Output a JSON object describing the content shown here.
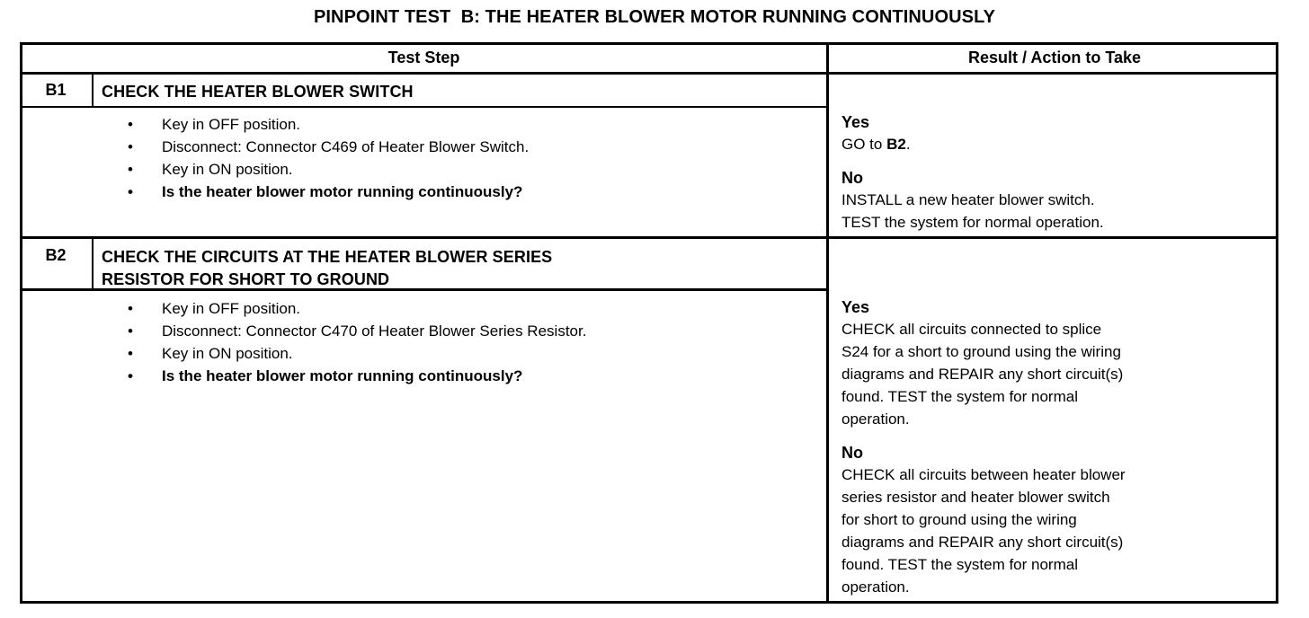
{
  "title": "PINPOINT TEST  B: THE HEATER BLOWER MOTOR RUNNING CONTINUOUSLY",
  "table": {
    "headers": {
      "test_step": "Test Step",
      "result": "Result / Action to Take"
    },
    "steps": [
      {
        "id": "B1",
        "heading": "CHECK THE HEATER BLOWER SWITCH",
        "bullets": [
          {
            "text": "Key in OFF position.",
            "bold": false
          },
          {
            "text": "Disconnect: Connector C469 of Heater Blower Switch.",
            "bold": false
          },
          {
            "text": "Key in ON position.",
            "bold": false
          },
          {
            "text": "Is the heater blower motor running continuously?",
            "bold": true
          }
        ],
        "results": [
          {
            "label": "Yes",
            "lines": [
              [
                {
                  "t": "GO to ",
                  "b": false
                },
                {
                  "t": "B2",
                  "b": true
                },
                {
                  "t": ".",
                  "b": false
                }
              ]
            ]
          },
          {
            "label": "No",
            "lines": [
              [
                {
                  "t": "INSTALL a new heater blower switch.",
                  "b": false
                }
              ],
              [
                {
                  "t": "TEST the system for normal operation.",
                  "b": false
                }
              ]
            ]
          }
        ]
      },
      {
        "id": "B2",
        "heading": "CHECK THE CIRCUITS AT THE HEATER BLOWER SERIES\nRESISTOR FOR SHORT TO GROUND",
        "bullets": [
          {
            "text": "Key in OFF position.",
            "bold": false
          },
          {
            "text": "Disconnect: Connector C470 of Heater Blower Series Resistor.",
            "bold": false
          },
          {
            "text": "Key in ON position.",
            "bold": false
          },
          {
            "text": "Is the heater blower motor running continuously?",
            "bold": true
          }
        ],
        "results": [
          {
            "label": "Yes",
            "lines": [
              [
                {
                  "t": "CHECK all circuits connected to splice",
                  "b": false
                }
              ],
              [
                {
                  "t": "S24 for a short to ground using the wiring",
                  "b": false
                }
              ],
              [
                {
                  "t": "diagrams and REPAIR any short circuit(s)",
                  "b": false
                }
              ],
              [
                {
                  "t": "found. TEST the system for normal",
                  "b": false
                }
              ],
              [
                {
                  "t": "operation.",
                  "b": false
                }
              ]
            ]
          },
          {
            "label": "No",
            "lines": [
              [
                {
                  "t": "CHECK all circuits between heater blower",
                  "b": false
                }
              ],
              [
                {
                  "t": "series resistor and heater blower switch",
                  "b": false
                }
              ],
              [
                {
                  "t": "for short to ground using the wiring",
                  "b": false
                }
              ],
              [
                {
                  "t": "diagrams and REPAIR any short circuit(s)",
                  "b": false
                }
              ],
              [
                {
                  "t": "found. TEST the system for normal",
                  "b": false
                }
              ],
              [
                {
                  "t": "operation.",
                  "b": false
                }
              ]
            ]
          }
        ]
      }
    ]
  },
  "bullet_glyph": "•",
  "colors": {
    "ink": "#000000",
    "paper": "#ffffff"
  }
}
